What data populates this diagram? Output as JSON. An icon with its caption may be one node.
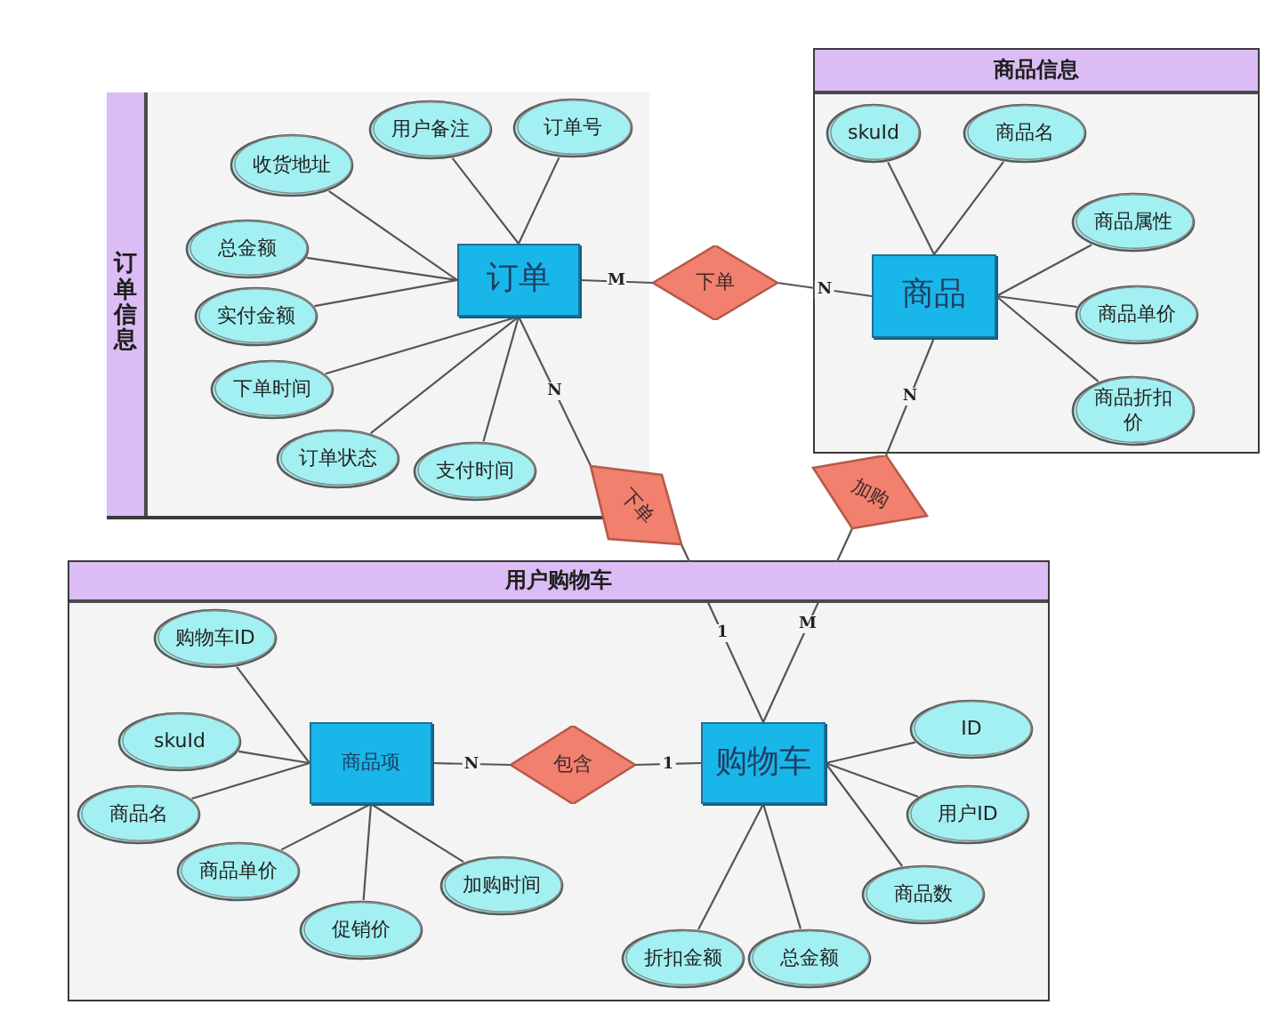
{
  "diagram": {
    "nodes": [
      {
        "text": [
          "订单信息"
        ]
      },
      {
        "text": [
          "订单"
        ],
        "in": 0
      },
      {
        "text": [
          "用户备注"
        ],
        "in": 0
      },
      {
        "text": [
          "订单号"
        ],
        "in": 0
      },
      {
        "text": [
          "收货地址"
        ],
        "in": 0
      },
      {
        "text": [
          "总金额"
        ],
        "in": 0
      },
      {
        "text": [
          "实付金额"
        ],
        "in": 0
      },
      {
        "text": [
          "下单时间"
        ],
        "in": 0
      },
      {
        "text": [
          "订单状态"
        ],
        "in": 0
      },
      {
        "text": [
          "支付时间"
        ],
        "in": 0
      },
      {
        "text": [
          "下单"
        ]
      },
      {
        "text": [
          "商品信息"
        ]
      },
      {
        "text": [
          "商品"
        ],
        "in": 11
      },
      {
        "text": [
          "skuId"
        ],
        "in": 11
      },
      {
        "text": [
          "商品名"
        ],
        "in": 11
      },
      {
        "text": [
          "商品属性"
        ],
        "in": 11
      },
      {
        "text": [
          "商品单价"
        ],
        "in": 11
      },
      {
        "text": [
          "商品折扣价"
        ],
        "in": 11
      },
      {
        "text": [
          "下单"
        ]
      },
      {
        "text": [
          "加购"
        ]
      },
      {
        "text": [
          "用户购物车"
        ]
      },
      {
        "text": [
          "商品项"
        ],
        "in": 20
      },
      {
        "text": [
          "购物车ID"
        ],
        "in": 20
      },
      {
        "text": [
          "skuId"
        ],
        "in": 20
      },
      {
        "text": [
          "商品名"
        ],
        "in": 20
      },
      {
        "text": [
          "商品单价"
        ],
        "in": 20
      },
      {
        "text": [
          "促销价"
        ],
        "in": 20
      },
      {
        "text": [
          "加购时间"
        ],
        "in": 20
      },
      {
        "text": [
          "包含"
        ],
        "in": 20
      },
      {
        "text": [
          "购物车"
        ],
        "in": 20
      },
      {
        "text": [
          "ID"
        ],
        "in": 20
      },
      {
        "text": [
          "用户ID"
        ],
        "in": 20
      },
      {
        "text": [
          "商品数"
        ],
        "in": 20
      },
      {
        "text": [
          "折扣金额"
        ],
        "in": 20
      },
      {
        "text": [
          "总金额"
        ],
        "in": 20
      }
    ],
    "edges": [
      {
        "from": 1,
        "to": 2,
        "arrow": "none"
      },
      {
        "from": 1,
        "to": 3,
        "arrow": "none"
      },
      {
        "from": 1,
        "to": 4,
        "arrow": "none"
      },
      {
        "from": 1,
        "to": 5,
        "arrow": "none"
      },
      {
        "from": 1,
        "to": 6,
        "arrow": "none"
      },
      {
        "from": 1,
        "to": 7,
        "arrow": "none"
      },
      {
        "from": 1,
        "to": 8,
        "arrow": "none"
      },
      {
        "from": 1,
        "to": 9,
        "arrow": "none"
      },
      {
        "from": 1,
        "to": 10,
        "arrow": "none",
        "label": "M"
      },
      {
        "from": 10,
        "to": 12,
        "arrow": "none",
        "label": "N"
      },
      {
        "from": 12,
        "to": 13,
        "arrow": "none"
      },
      {
        "from": 12,
        "to": 14,
        "arrow": "none"
      },
      {
        "from": 12,
        "to": 15,
        "arrow": "none"
      },
      {
        "from": 12,
        "to": 16,
        "arrow": "none"
      },
      {
        "from": 12,
        "to": 17,
        "arrow": "none"
      },
      {
        "from": 1,
        "to": 18,
        "arrow": "none",
        "label": "N"
      },
      {
        "from": 12,
        "to": 19,
        "arrow": "none",
        "label": "N"
      },
      {
        "from": 18,
        "to": 29,
        "arrow": "none",
        "label": "1"
      },
      {
        "from": 19,
        "to": 29,
        "arrow": "none",
        "label": "M"
      },
      {
        "from": 21,
        "to": 22,
        "arrow": "none"
      },
      {
        "from": 21,
        "to": 23,
        "arrow": "none"
      },
      {
        "from": 21,
        "to": 24,
        "arrow": "none"
      },
      {
        "from": 21,
        "to": 25,
        "arrow": "none"
      },
      {
        "from": 21,
        "to": 26,
        "arrow": "none"
      },
      {
        "from": 21,
        "to": 27,
        "arrow": "none"
      },
      {
        "from": 21,
        "to": 28,
        "arrow": "none",
        "label": "N"
      },
      {
        "from": 28,
        "to": 29,
        "arrow": "none",
        "label": "1"
      },
      {
        "from": 29,
        "to": 30,
        "arrow": "none"
      },
      {
        "from": 29,
        "to": 31,
        "arrow": "none"
      },
      {
        "from": 29,
        "to": 32,
        "arrow": "none"
      },
      {
        "from": 29,
        "to": 33,
        "arrow": "none"
      },
      {
        "from": 29,
        "to": 34,
        "arrow": "none"
      }
    ]
  }
}
